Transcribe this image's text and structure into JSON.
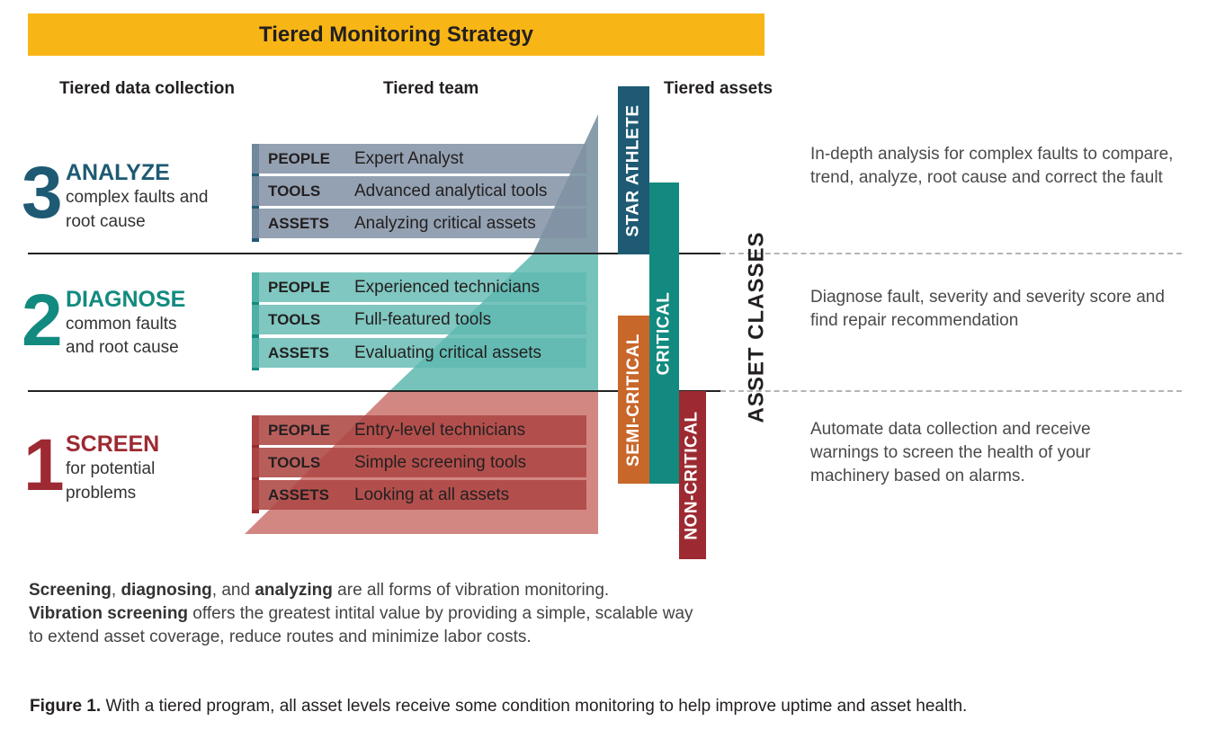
{
  "title": "Tiered Monitoring Strategy",
  "column_headers": {
    "collection": "Tiered data collection",
    "team": "Tiered team",
    "assets": "Tiered assets"
  },
  "tiers": [
    {
      "number": "3",
      "name": "ANALYZE",
      "sub_line1": "complex faults and",
      "sub_line2": "root cause",
      "color": "#1e5a73",
      "rows": [
        {
          "key": "PEOPLE",
          "value": "Expert Analyst"
        },
        {
          "key": "TOOLS",
          "value": "Advanced analytical tools"
        },
        {
          "key": "ASSETS",
          "value": "Analyzing critical assets"
        }
      ],
      "description": "In-depth analysis for complex faults to compare, trend, analyze, root cause and correct the fault"
    },
    {
      "number": "2",
      "name": "DIAGNOSE",
      "sub_line1": "common faults",
      "sub_line2": "and root cause",
      "color": "#138a7f",
      "rows": [
        {
          "key": "PEOPLE",
          "value": "Experienced technicians"
        },
        {
          "key": "TOOLS",
          "value": "Full-featured tools"
        },
        {
          "key": "ASSETS",
          "value": "Evaluating critical assets"
        }
      ],
      "description": "Diagnose fault, severity and severity score and find repair recommendation"
    },
    {
      "number": "1",
      "name": "SCREEN",
      "sub_line1": "for potential",
      "sub_line2": "problems",
      "color": "#9d2a32",
      "rows": [
        {
          "key": "PEOPLE",
          "value": "Entry-level technicians"
        },
        {
          "key": "TOOLS",
          "value": "Simple screening tools"
        },
        {
          "key": "ASSETS",
          "value": "Looking at all assets"
        }
      ],
      "description": "Automate data collection and receive warnings to screen the health of your machinery based on alarms."
    }
  ],
  "asset_bars": {
    "star_athlete": "STAR ATHLETE",
    "critical": "CRITICAL",
    "semi_critical": "SEMI-CRITICAL",
    "non_critical": "NON-CRITICAL"
  },
  "asset_classes_label": "ASSET CLASSES",
  "note": {
    "b1": "Screening",
    "t1": ", ",
    "b2": "diagnosing",
    "t2": ", and ",
    "b3": "analyzing",
    "t3": " are all forms of vibration monitoring.",
    "b4": "Vibration screening",
    "t4": " offers the greatest intital value by providing a simple, scalable way",
    "line3": "to extend asset coverage, reduce routes and minimize labor costs."
  },
  "caption": {
    "label": "Figure 1.",
    "text": " With a tiered program, all asset levels receive some condition monitoring to help improve uptime and asset health."
  },
  "colors": {
    "banner": "#f8b516",
    "analyze": "#1e5a73",
    "diagnose": "#138a7f",
    "screen": "#9d2a32",
    "semi_critical": "#c8672a"
  }
}
